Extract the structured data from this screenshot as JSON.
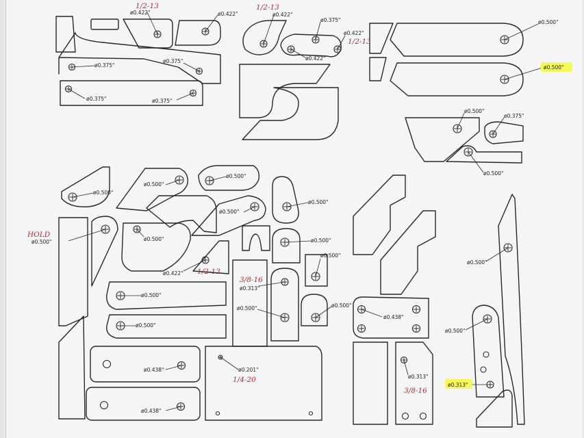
{
  "drawing": {
    "paper_color": "#f4f5f7",
    "line_color": "#26272b",
    "ink_color": "#c0262b",
    "highlight_color": "#f3f94a",
    "dimensions": [
      "ø0.422\"",
      "ø0.422\"",
      "ø0.422\"",
      "ø0.375\"",
      "ø0.422\"",
      "ø0.422\"",
      "ø0.500\"",
      "ø0.500\"",
      "ø0.375\"",
      "ø0.375\"",
      "ø0.375\"",
      "ø0.375\"",
      "ø0.500\"",
      "ø0.375\"",
      "ø0.500\"",
      "ø0.500\"",
      "ø0.500\"",
      "ø0.500\"",
      "ø0.500\"",
      "ø0.500\"",
      "ø0.500\"",
      "ø0.500\"",
      "ø0.500\"",
      "ø0.422\"",
      "ø0.500\"",
      "ø0.313\"",
      "ø0.500\"",
      "ø0.500\"",
      "ø0.500\"",
      "ø0.500\"",
      "ø0.438\"",
      "ø0.438\"",
      "ø0.438\"",
      "ø0.201\"",
      "ø0.313\"",
      "ø0.500\"",
      "ø0.313\"",
      "ø0.500\""
    ],
    "handwritten_notes": [
      "1/2-13",
      "1/2-13",
      "1/2-13",
      "HOLD",
      "1/2-13",
      "3/8-16",
      "1/4-20",
      "3/8-16"
    ],
    "highlighted_dimensions": [
      "ø0.500\"",
      "ø0.313\""
    ]
  }
}
